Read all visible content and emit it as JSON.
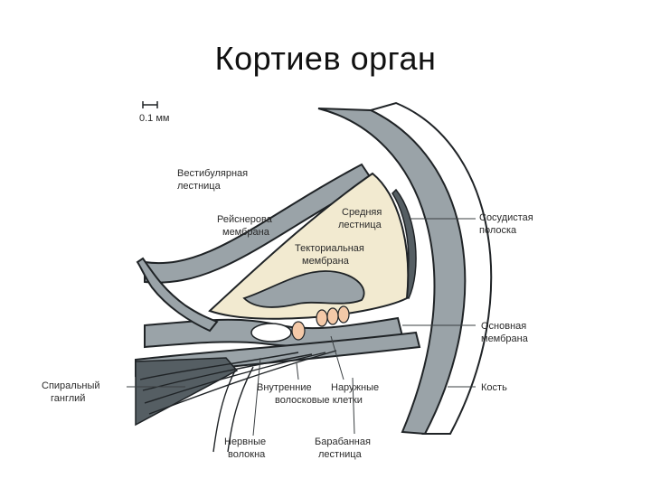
{
  "title": "Кортиев орган",
  "scale_bar": "0.1 мм",
  "labels": {
    "vestibular": [
      "Вестибулярная",
      "лестница"
    ],
    "reissner": [
      "Рейснерова",
      "мембрана"
    ],
    "middle": [
      "Средняя",
      "лестница"
    ],
    "tectorial": [
      "Текториальная",
      "мембрана"
    ],
    "vascular": [
      "Сосудистая",
      "полоска"
    ],
    "basilar": [
      "Основная",
      "мембрана"
    ],
    "bone": [
      "Кость"
    ],
    "spiral_ganglion": [
      "Спиральный",
      "ганглий"
    ],
    "hair_cells_inner": [
      "Внутренние"
    ],
    "hair_cells_outer": [
      "Наружные"
    ],
    "hair_cells_common": [
      "волосковые клетки"
    ],
    "nerve_fibers": [
      "Нервные",
      "волокна"
    ],
    "tympanic": [
      "Барабанная",
      "лестница"
    ]
  },
  "colors": {
    "tissue": "#9aa3a8",
    "tissue_dark": "#555e63",
    "endolymph": "#f2ead0",
    "outline": "#1f2326",
    "leader": "#3a3f42"
  }
}
